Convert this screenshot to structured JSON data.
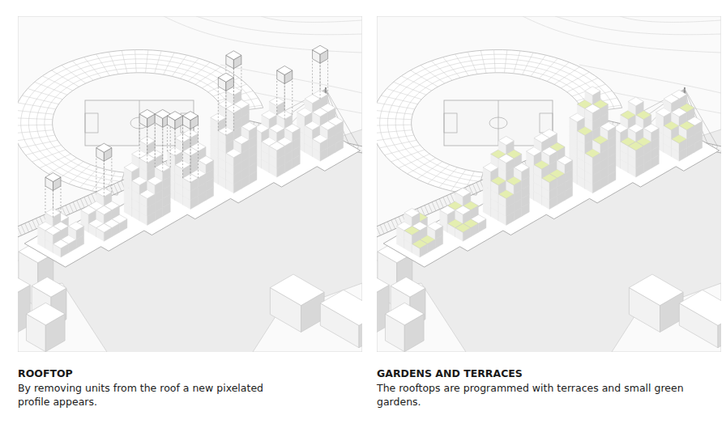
{
  "diagram": {
    "labels": [
      "ROOFTOP",
      "By removing units from the roof a new pixelated profile appears.",
      "GARDENS AND TERRACES",
      "The rooftops are programmed with terraces and small green gardens."
    ]
  }
}
